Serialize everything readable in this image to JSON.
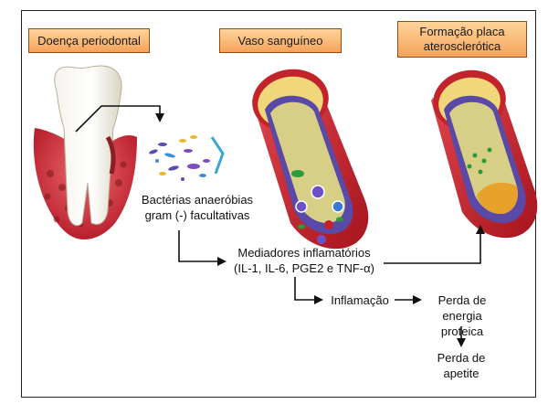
{
  "headers": {
    "periodontal": "Doença periodontal",
    "vessel": "Vaso sanguíneo",
    "plaque_line1": "Formação placa",
    "plaque_line2": "aterosclerótica"
  },
  "bacteria": {
    "line1": "Bactérias anaeróbias",
    "line2": "gram (-) facultativas"
  },
  "mediators": {
    "line1": "Mediadores inflamatórios",
    "line2": "(IL-1, IL-6, PGE2 e TNF-α)"
  },
  "inflammation": "Inflamação",
  "energy": {
    "line1": "Perda de energia",
    "line2": "proteica"
  },
  "appetite": {
    "line1": "Perda de",
    "line2": "apetite"
  },
  "colors": {
    "header_fill": "#f4a35a",
    "header_border": "#9a4a10",
    "vessel_wall": "#c8202a",
    "vessel_inner": "#5a4aa8",
    "lumen": "#d8cf86",
    "plaque": "#e8a12a",
    "gum": "#d63a45",
    "arrow": "#111111"
  }
}
